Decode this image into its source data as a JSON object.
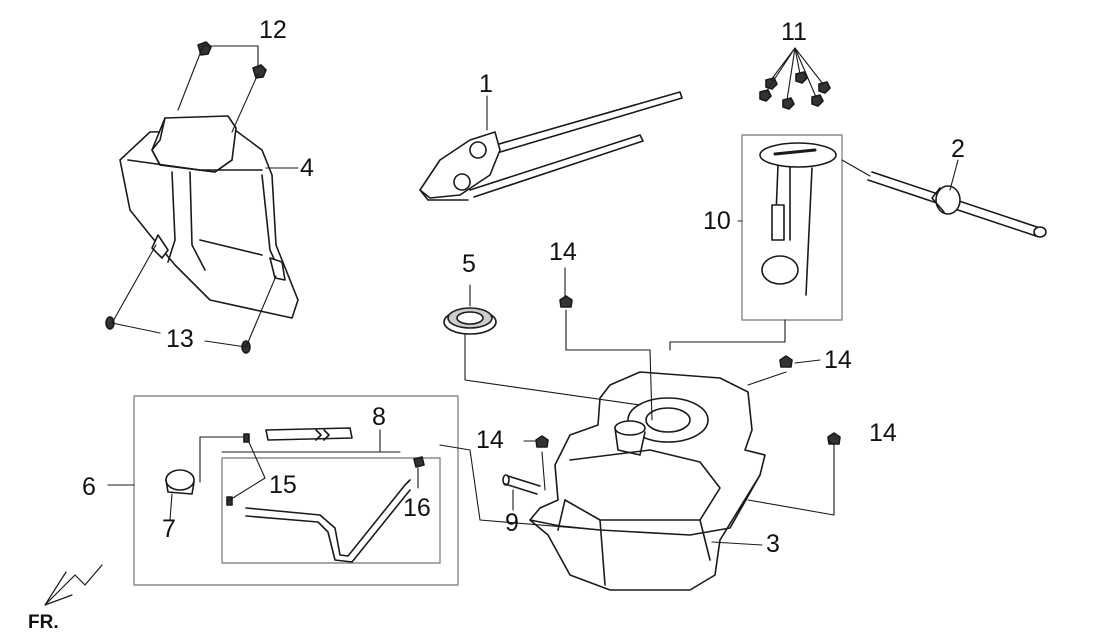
{
  "colors": {
    "line": "#1a1a1a",
    "box": "#8a8a8a",
    "fill": "#ffffff",
    "shade": "#d9d9d9"
  },
  "callouts": {
    "c1": "1",
    "c2": "2",
    "c3": "3",
    "c4": "4",
    "c5": "5",
    "c6": "6",
    "c7": "7",
    "c8": "8",
    "c9": "9",
    "c10": "10",
    "c11": "11",
    "c12": "12",
    "c13": "13",
    "c14a": "14",
    "c14b": "14",
    "c14c": "14",
    "c14d": "14",
    "c15": "15",
    "c16": "16"
  },
  "direction_label": "FR."
}
